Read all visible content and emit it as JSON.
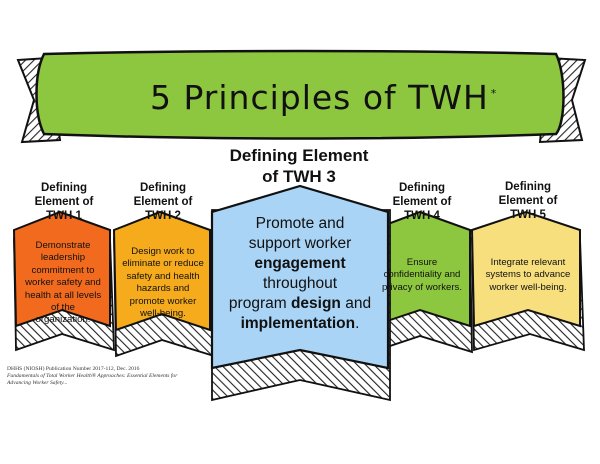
{
  "title": {
    "text": "5 Principles of TWH",
    "mark": "*"
  },
  "elements": [
    {
      "heading": "Defining Element of TWH 1",
      "heading_lines": [
        "Defining",
        "Element of",
        "TWH 1"
      ],
      "text_lines": [
        "Demonstrate",
        "leadership",
        "commitment to",
        "worker safety and",
        "health at all levels",
        "of the",
        "organization."
      ],
      "color": "#f26a1d"
    },
    {
      "heading": "Defining Element of TWH 2",
      "heading_lines": [
        "Defining",
        "Element of",
        "TWH 2"
      ],
      "text_lines": [
        "Design work to",
        "eliminate or reduce",
        "safety and health",
        "hazards and",
        "promote worker",
        "well-being."
      ],
      "color": "#f5ab1c"
    },
    {
      "heading": "Defining Element of TWH 3",
      "heading_lines": [
        "Defining Element",
        "of TWH 3"
      ],
      "text_parts": {
        "l1": "Promote and",
        "l2": "support worker",
        "l3_bold": "engagement",
        "l4": "throughout",
        "l5_pre": "program ",
        "l5_bold": "design",
        "l5_post": " and",
        "l6_bold": "implementation",
        "l6_post": "."
      },
      "color": "#a9d4f5"
    },
    {
      "heading": "Defining Element of TWH 4",
      "heading_lines": [
        "Defining",
        "Element of",
        "TWH 4"
      ],
      "text_lines": [
        "Ensure",
        "confidentiality and",
        "privacy of workers."
      ],
      "color": "#8dc63f"
    },
    {
      "heading": "Defining Element of TWH 5",
      "heading_lines": [
        "Defining",
        "Element of",
        "TWH 5"
      ],
      "text_lines": [
        "Integrate relevant",
        "systems to advance",
        "worker well-being."
      ],
      "color": "#f7df7e"
    }
  ],
  "citation": {
    "publication": "DHHS (NIOSH) Publication Number 2017-112, Dec. 2016",
    "reference_lines": [
      "Fundamentals of Total Worker Health® Approaches: Essential Elements for",
      "Advancing Worker Safety..."
    ]
  },
  "colors": {
    "banner_fill": "#8dc63f",
    "outline": "#111111",
    "hatch": "#222222"
  }
}
